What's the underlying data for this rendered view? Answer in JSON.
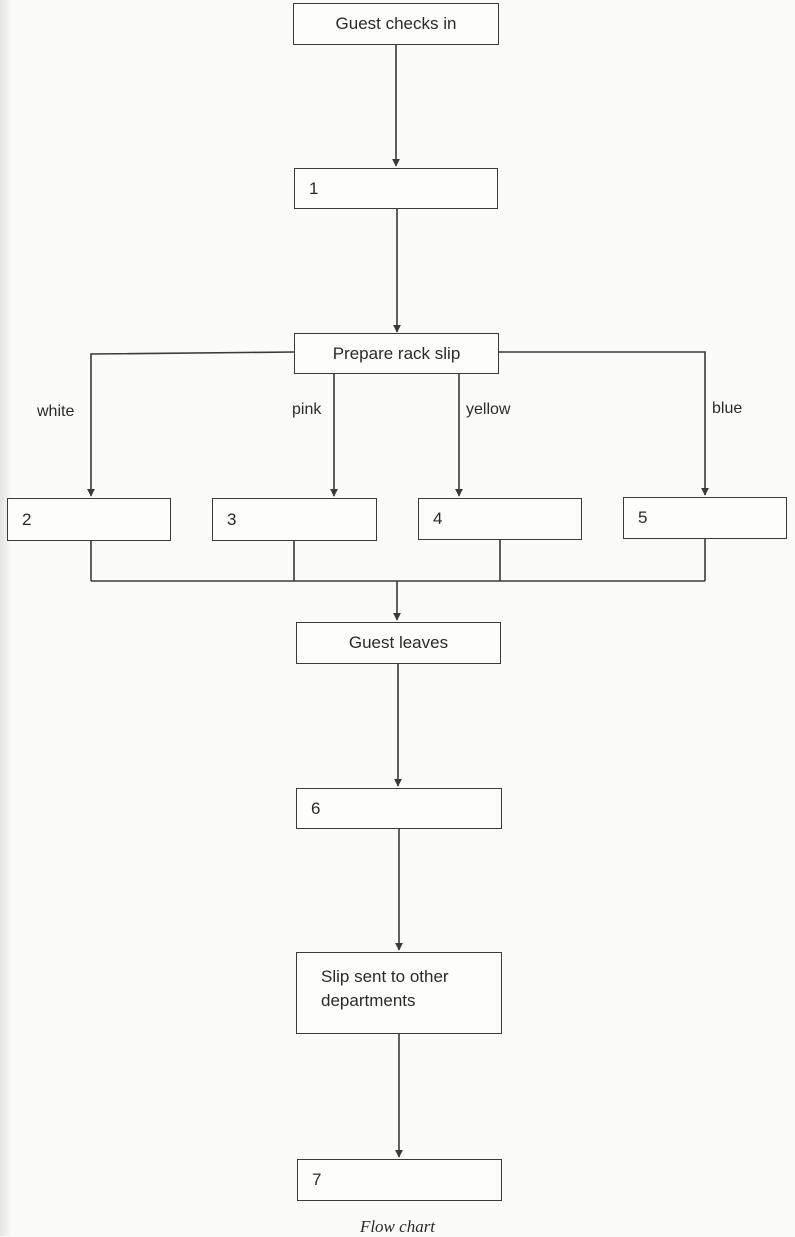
{
  "diagram": {
    "start": {
      "label": "Guest checks in"
    },
    "step_1": {
      "number": "1"
    },
    "prepare": {
      "label": "Prepare rack slip"
    },
    "branches": [
      {
        "color": "white",
        "number": "2"
      },
      {
        "color": "pink",
        "number": "3"
      },
      {
        "color": "yellow",
        "number": "4"
      },
      {
        "color": "blue",
        "number": "5"
      }
    ],
    "leaves": {
      "label": "Guest leaves"
    },
    "step_6": {
      "number": "6"
    },
    "sent": {
      "label": "Slip sent to other departments"
    },
    "step_7": {
      "number": "7"
    }
  },
  "caption": "Flow chart"
}
